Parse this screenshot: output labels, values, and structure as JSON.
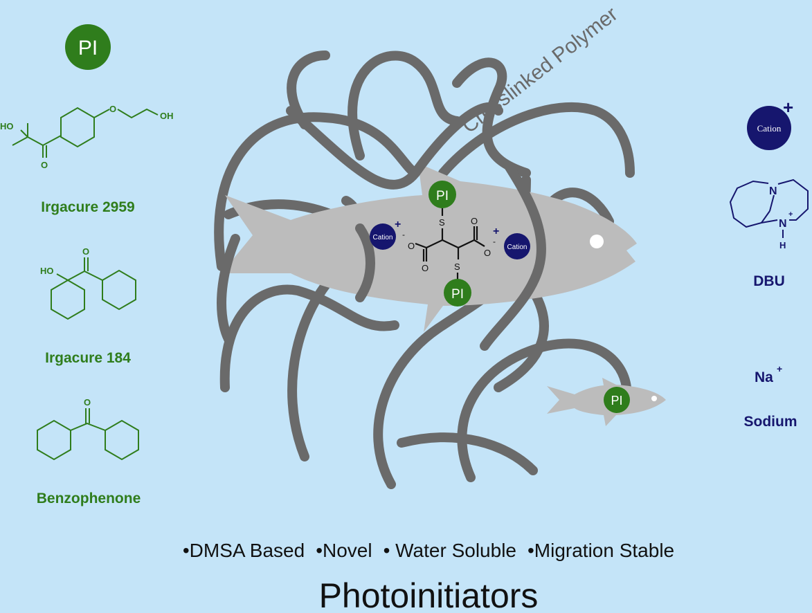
{
  "left_panel": {
    "pi_badge": "PI",
    "compounds": [
      {
        "name": "Irgacure 2959",
        "atoms": {
          "ho": "HO",
          "o_ring": "O",
          "oh": "OH",
          "o_keto": "O"
        }
      },
      {
        "name": "Irgacure 184",
        "atoms": {
          "ho": "HO",
          "o": "O"
        }
      },
      {
        "name": "Benzophenone",
        "atoms": {
          "o": "O"
        }
      }
    ]
  },
  "center": {
    "polymer_label": "Crosslinked Polymer",
    "molecule": {
      "pi_top": "PI",
      "pi_bottom": "PI",
      "s": "S",
      "o": "O",
      "o_minus": "O",
      "minus": "-",
      "plus": "+",
      "cation_left": "Cation",
      "cation_right": "Cation"
    },
    "small_fish_pi": "PI"
  },
  "right_panel": {
    "cation": "Cation",
    "cation_charge": "+",
    "dbu_atoms": {
      "n1": "N",
      "n2": "N",
      "h": "H",
      "plus": "+"
    },
    "dbu_label": "DBU",
    "sodium_symbol": "Na",
    "sodium_charge": "+",
    "sodium_label": "Sodium"
  },
  "footer": {
    "bullets": [
      "•DMSA Based",
      "•Novel",
      "• Water Soluble",
      "•Migration Stable"
    ],
    "title": "Photoinitiators"
  },
  "colors": {
    "background": "#c4e4f8",
    "green": "#2f7d1c",
    "navy": "#16166e",
    "polymer": "#6a6a6a",
    "fish": "#bcbcbc"
  }
}
